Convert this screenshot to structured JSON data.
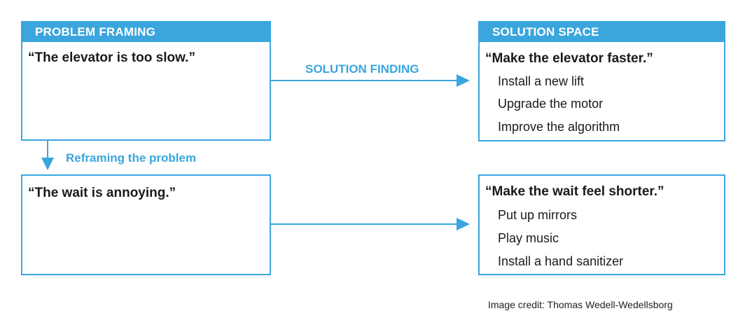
{
  "problem_framing": {
    "header": "PROBLEM FRAMING",
    "statement": "“The elevator is too slow.”"
  },
  "solution_space": {
    "header": "SOLUTION SPACE",
    "statement": "“Make the elevator faster.”",
    "items": [
      "Install a new lift",
      "Upgrade the motor",
      "Improve the algorithm"
    ]
  },
  "solution_finding_label": "SOLUTION FINDING",
  "reframing_label": "Reframing the problem",
  "reframed_problem": {
    "statement": "“The wait is annoying.”"
  },
  "reframed_solution": {
    "statement": "“Make the wait feel shorter.”",
    "items": [
      "Put up mirrors",
      "Play music",
      "Install a hand sanitizer"
    ]
  },
  "credit": "Image credit: Thomas Wedell-Wedellsborg",
  "colors": {
    "accent": "#3aa6dd",
    "text": "#1a1a1a",
    "background": "#ffffff"
  }
}
